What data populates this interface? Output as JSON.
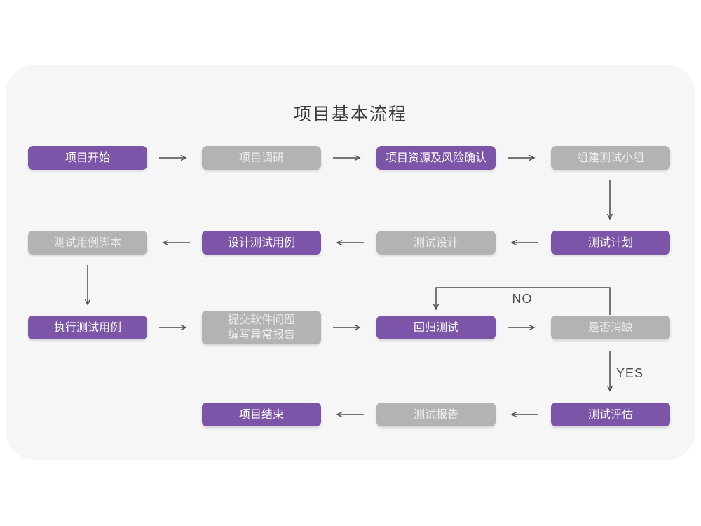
{
  "title": "项目基本流程",
  "nodes": [
    {
      "id": "project-start",
      "label": "项目开始",
      "variant": "purple"
    },
    {
      "id": "project-research",
      "label": "项目调研",
      "variant": "gray"
    },
    {
      "id": "resources-risk",
      "label": "项目资源及风险确认",
      "variant": "purple"
    },
    {
      "id": "build-test-team",
      "label": "组建测试小组",
      "variant": "gray"
    },
    {
      "id": "test-case-script",
      "label": "测试用例脚本",
      "variant": "gray"
    },
    {
      "id": "design-test-case",
      "label": "设计测试用例",
      "variant": "purple"
    },
    {
      "id": "test-design",
      "label": "测试设计",
      "variant": "gray"
    },
    {
      "id": "test-plan",
      "label": "测试计划",
      "variant": "purple"
    },
    {
      "id": "execute-test-case",
      "label": "执行测试用例",
      "variant": "purple"
    },
    {
      "id": "submit-issue-report",
      "label": "提交软件问题\n编写异常报告",
      "variant": "gray"
    },
    {
      "id": "regression-test",
      "label": "回归测试",
      "variant": "purple"
    },
    {
      "id": "defect-cleared",
      "label": "是否消缺",
      "variant": "gray"
    },
    {
      "id": "test-evaluation",
      "label": "测试评估",
      "variant": "purple"
    },
    {
      "id": "test-report",
      "label": "测试报告",
      "variant": "gray"
    },
    {
      "id": "project-end",
      "label": "项目结束",
      "variant": "purple"
    }
  ],
  "edge_labels": {
    "no": "NO",
    "yes": "YES"
  },
  "colors": {
    "accent_purple": "#7d55a8",
    "node_gray": "#b3b3b3",
    "panel_background": "#f6f6f7",
    "arrow": "#4b4b4b"
  }
}
